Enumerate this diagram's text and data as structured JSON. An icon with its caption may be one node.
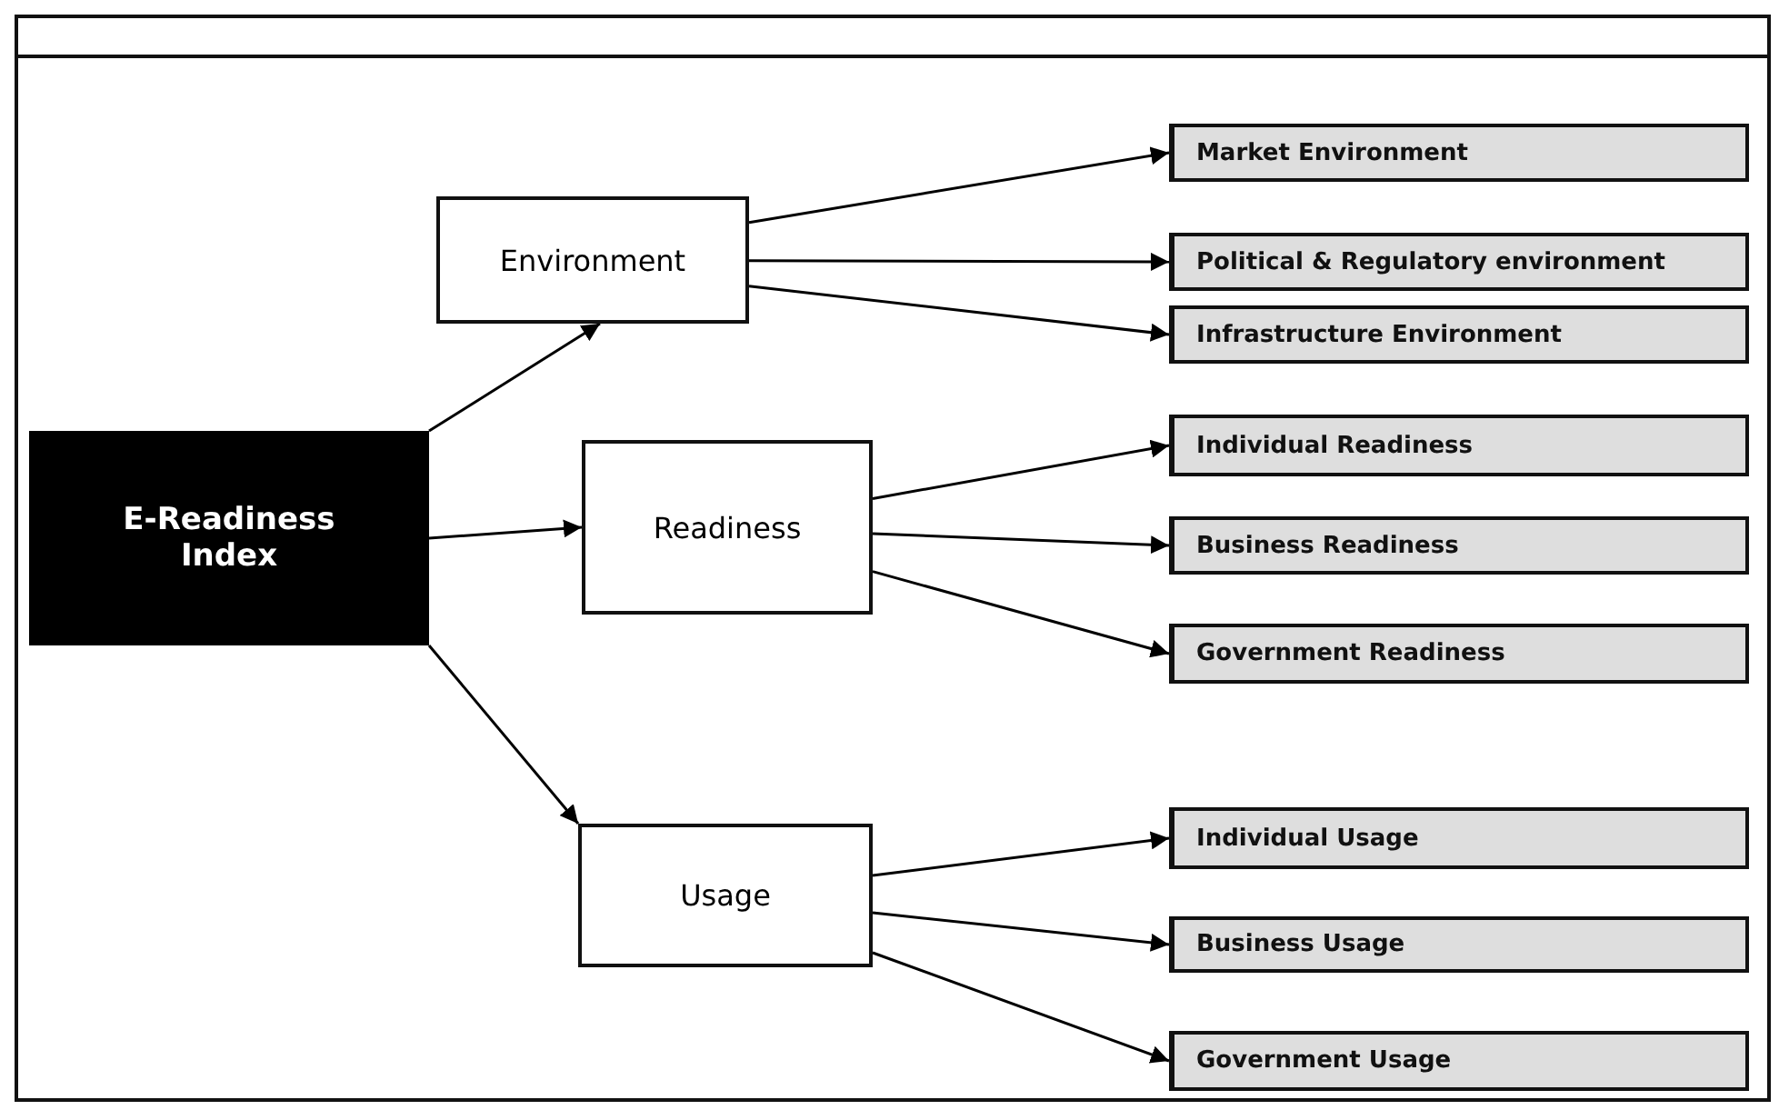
{
  "diagram": {
    "nodes": [
      {
        "text": [
          "E-Readiness Index"
        ]
      },
      {
        "text": [
          "Environment"
        ]
      },
      {
        "text": [
          "Readiness"
        ]
      },
      {
        "text": [
          "Usage"
        ]
      },
      {
        "text": [
          "Market Environment"
        ]
      },
      {
        "text": [
          "Political & Regulatory environment"
        ]
      },
      {
        "text": [
          "Infrastructure Environment"
        ]
      },
      {
        "text": [
          "Individual Readiness"
        ]
      },
      {
        "text": [
          "Business Readiness"
        ]
      },
      {
        "text": [
          "Government Readiness"
        ]
      },
      {
        "text": [
          "Individual Usage"
        ]
      },
      {
        "text": [
          "Business Usage"
        ]
      },
      {
        "text": [
          "Government Usage"
        ]
      }
    ],
    "edges": [
      {
        "from": 0,
        "to": 1,
        "arrow": "to"
      },
      {
        "from": 0,
        "to": 2,
        "arrow": "to"
      },
      {
        "from": 0,
        "to": 3,
        "arrow": "to"
      },
      {
        "from": 1,
        "to": 4,
        "arrow": "to"
      },
      {
        "from": 1,
        "to": 5,
        "arrow": "to"
      },
      {
        "from": 1,
        "to": 6,
        "arrow": "to"
      },
      {
        "from": 2,
        "to": 7,
        "arrow": "to"
      },
      {
        "from": 2,
        "to": 8,
        "arrow": "to"
      },
      {
        "from": 2,
        "to": 9,
        "arrow": "to"
      },
      {
        "from": 3,
        "to": 10,
        "arrow": "to"
      },
      {
        "from": 3,
        "to": 11,
        "arrow": "to"
      },
      {
        "from": 3,
        "to": 12,
        "arrow": "to"
      }
    ]
  }
}
